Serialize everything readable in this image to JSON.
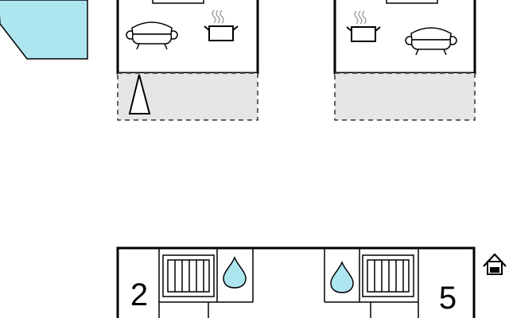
{
  "floorplan": {
    "colors": {
      "wall": "#000000",
      "terrace_fill": "#e6e6e6",
      "water_fill": "#aee6f0",
      "pool_fill": "#aee6f0",
      "background": "#ffffff"
    },
    "units": [
      {
        "id": "left-house",
        "room_icons": [
          "sofa-icon",
          "cooking-pot-icon",
          "radiator-icon"
        ],
        "terrace": {
          "icon": "parasol-icon"
        }
      },
      {
        "id": "right-house",
        "room_icons": [
          "cooking-pot-icon",
          "sofa-icon",
          "radiator-icon"
        ],
        "terrace": {}
      },
      {
        "id": "lower-left-unit",
        "room_number": "2",
        "room_icons": [
          "radiator-icon",
          "water-drop-icon"
        ]
      },
      {
        "id": "lower-right-unit",
        "room_number": "5",
        "room_icons": [
          "water-drop-icon",
          "radiator-icon"
        ]
      }
    ],
    "other_icons": [
      "pool-shape",
      "home-icon"
    ]
  }
}
